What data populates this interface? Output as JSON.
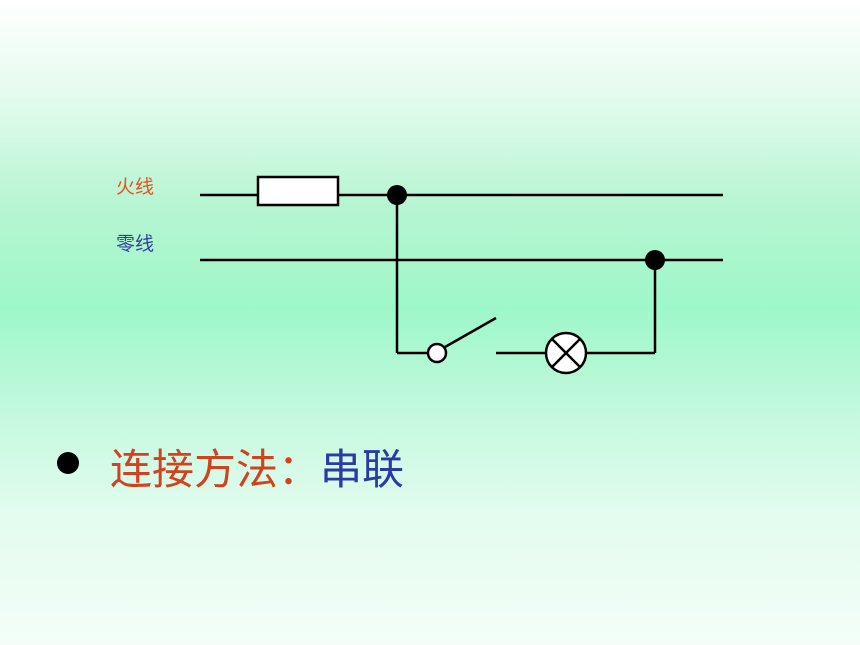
{
  "diagram": {
    "live_wire_label": "火线",
    "neutral_wire_label": "零线",
    "colors": {
      "live_label": "#e8521c",
      "neutral_label": "#2f3fa0",
      "wire": "#000000"
    }
  },
  "bullet": {
    "label": "连接方法：",
    "value": "串联",
    "label_color": "#d2421e",
    "value_color": "#2b3aa8"
  }
}
